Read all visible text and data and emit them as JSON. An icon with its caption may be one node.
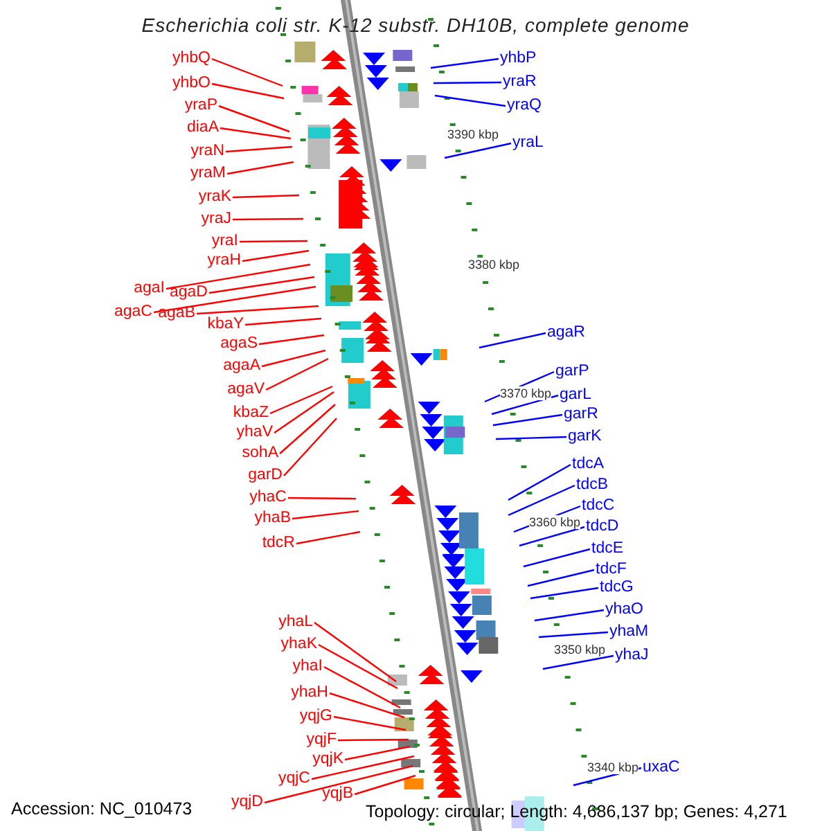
{
  "diagram": {
    "title": "Escherichia coli str. K-12 substr. DH10B, complete genome",
    "nodes": [
      {
        "text": [
          "yhbQ"
        ]
      },
      {
        "text": [
          "yhbO"
        ]
      },
      {
        "text": [
          "yraP"
        ]
      },
      {
        "text": [
          "diaA"
        ]
      },
      {
        "text": [
          "yraN"
        ]
      },
      {
        "text": [
          "yraM"
        ]
      },
      {
        "text": [
          "yraK"
        ]
      },
      {
        "text": [
          "yraJ"
        ]
      },
      {
        "text": [
          "yraI"
        ]
      },
      {
        "text": [
          "yraH"
        ]
      },
      {
        "text": [
          "agaI"
        ]
      },
      {
        "text": [
          "agaD"
        ]
      },
      {
        "text": [
          "agaC"
        ]
      },
      {
        "text": [
          "agaB"
        ]
      },
      {
        "text": [
          "kbaY"
        ]
      },
      {
        "text": [
          "agaS"
        ]
      },
      {
        "text": [
          "agaA"
        ]
      },
      {
        "text": [
          "agaV"
        ]
      },
      {
        "text": [
          "kbaZ"
        ]
      },
      {
        "text": [
          "yhaV"
        ]
      },
      {
        "text": [
          "sohA"
        ]
      },
      {
        "text": [
          "garD"
        ]
      },
      {
        "text": [
          "yhaC"
        ]
      },
      {
        "text": [
          "yhaB"
        ]
      },
      {
        "text": [
          "tdcR"
        ]
      },
      {
        "text": [
          "yhaL"
        ]
      },
      {
        "text": [
          "yhaK"
        ]
      },
      {
        "text": [
          "yhaI"
        ]
      },
      {
        "text": [
          "yhaH"
        ]
      },
      {
        "text": [
          "yqjG"
        ]
      },
      {
        "text": [
          "yqjF"
        ]
      },
      {
        "text": [
          "yqjK"
        ]
      },
      {
        "text": [
          "yqjD"
        ]
      },
      {
        "text": [
          "yqjC"
        ]
      },
      {
        "text": [
          "yqjB"
        ]
      },
      {
        "text": [
          "yhbP"
        ]
      },
      {
        "text": [
          "yraR"
        ]
      },
      {
        "text": [
          "yraQ"
        ]
      },
      {
        "text": [
          "yraL"
        ]
      },
      {
        "text": [
          "agaR"
        ]
      },
      {
        "text": [
          "garP"
        ]
      },
      {
        "text": [
          "garL"
        ]
      },
      {
        "text": [
          "garR"
        ]
      },
      {
        "text": [
          "garK"
        ]
      },
      {
        "text": [
          "tdcA"
        ]
      },
      {
        "text": [
          "tdcB"
        ]
      },
      {
        "text": [
          "tdcC"
        ]
      },
      {
        "text": [
          "tdcD"
        ]
      },
      {
        "text": [
          "tdcE"
        ]
      },
      {
        "text": [
          "tdcF"
        ]
      },
      {
        "text": [
          "tdcG"
        ]
      },
      {
        "text": [
          "yhaO"
        ]
      },
      {
        "text": [
          "yhaM"
        ]
      },
      {
        "text": [
          "yhaJ"
        ]
      },
      {
        "text": [
          "uxaC"
        ]
      }
    ],
    "edges": [
      {
        "from": 0,
        "to": null,
        "arrow": "none"
      },
      {
        "from": 1,
        "to": null,
        "arrow": "none"
      },
      {
        "from": 2,
        "to": null,
        "arrow": "none"
      },
      {
        "from": 3,
        "to": null,
        "arrow": "none"
      },
      {
        "from": 4,
        "to": null,
        "arrow": "none"
      },
      {
        "from": 5,
        "to": null,
        "arrow": "none"
      },
      {
        "from": 6,
        "to": null,
        "arrow": "none"
      },
      {
        "from": 7,
        "to": null,
        "arrow": "none"
      },
      {
        "from": 8,
        "to": null,
        "arrow": "none"
      },
      {
        "from": 9,
        "to": null,
        "arrow": "none"
      },
      {
        "from": 10,
        "to": null,
        "arrow": "none"
      },
      {
        "from": 11,
        "to": null,
        "arrow": "none"
      },
      {
        "from": 12,
        "to": null,
        "arrow": "none"
      },
      {
        "from": 13,
        "to": null,
        "arrow": "none"
      },
      {
        "from": 14,
        "to": null,
        "arrow": "none"
      },
      {
        "from": 15,
        "to": null,
        "arrow": "none"
      },
      {
        "from": 16,
        "to": null,
        "arrow": "none"
      },
      {
        "from": 17,
        "to": null,
        "arrow": "none"
      },
      {
        "from": 18,
        "to": null,
        "arrow": "none"
      },
      {
        "from": 19,
        "to": null,
        "arrow": "none"
      },
      {
        "from": 20,
        "to": null,
        "arrow": "none"
      },
      {
        "from": 21,
        "to": null,
        "arrow": "none"
      },
      {
        "from": 22,
        "to": null,
        "arrow": "none"
      },
      {
        "from": 23,
        "to": null,
        "arrow": "none"
      },
      {
        "from": 24,
        "to": null,
        "arrow": "none"
      },
      {
        "from": 25,
        "to": null,
        "arrow": "none"
      },
      {
        "from": 26,
        "to": null,
        "arrow": "none"
      },
      {
        "from": 27,
        "to": null,
        "arrow": "none"
      },
      {
        "from": 28,
        "to": null,
        "arrow": "none"
      },
      {
        "from": 29,
        "to": null,
        "arrow": "none"
      },
      {
        "from": 30,
        "to": null,
        "arrow": "none"
      },
      {
        "from": 31,
        "to": null,
        "arrow": "none"
      },
      {
        "from": 32,
        "to": null,
        "arrow": "none"
      },
      {
        "from": 33,
        "to": null,
        "arrow": "none"
      },
      {
        "from": 34,
        "to": null,
        "arrow": "none"
      },
      {
        "from": 35,
        "to": null,
        "arrow": "none",
        "color": "#0000ff"
      },
      {
        "from": 36,
        "to": null,
        "arrow": "none",
        "color": "#0000ff"
      },
      {
        "from": 37,
        "to": null,
        "arrow": "none",
        "color": "#0000ff"
      },
      {
        "from": 38,
        "to": null,
        "arrow": "none",
        "color": "#0000ff"
      },
      {
        "from": 39,
        "to": null,
        "arrow": "none",
        "color": "#0000ff"
      },
      {
        "from": 40,
        "to": null,
        "arrow": "none",
        "color": "#0000ff"
      },
      {
        "from": 41,
        "to": null,
        "arrow": "none",
        "color": "#0000ff"
      },
      {
        "from": 42,
        "to": null,
        "arrow": "none",
        "color": "#0000ff"
      },
      {
        "from": 43,
        "to": null,
        "arrow": "none",
        "color": "#0000ff"
      },
      {
        "from": 44,
        "to": null,
        "arrow": "none",
        "color": "#0000ff"
      },
      {
        "from": 45,
        "to": null,
        "arrow": "none",
        "color": "#0000ff"
      },
      {
        "from": 46,
        "to": null,
        "arrow": "none",
        "color": "#0000ff"
      },
      {
        "from": 47,
        "to": null,
        "arrow": "none",
        "color": "#0000ff"
      },
      {
        "from": 48,
        "to": null,
        "arrow": "none",
        "color": "#0000ff"
      },
      {
        "from": 49,
        "to": null,
        "arrow": "none",
        "color": "#0000ff"
      },
      {
        "from": 50,
        "to": null,
        "arrow": "none",
        "color": "#0000ff"
      },
      {
        "from": 51,
        "to": null,
        "arrow": "none",
        "color": "#0000ff"
      },
      {
        "from": 52,
        "to": null,
        "arrow": "none",
        "color": "#0000ff"
      },
      {
        "from": 53,
        "to": null,
        "arrow": "none",
        "color": "#0000ff"
      },
      {
        "from": 54,
        "to": null,
        "arrow": "none",
        "color": "#0000ff"
      }
    ],
    "labels": [
      "3390 kbp",
      "3380 kbp",
      "3370 kbp",
      "3360 kbp",
      "3350 kbp",
      "3340 kbp",
      "Accession: NC_010473",
      "Topology: circular; Length: 4,686,137 bp; Genes: 4,271"
    ]
  }
}
